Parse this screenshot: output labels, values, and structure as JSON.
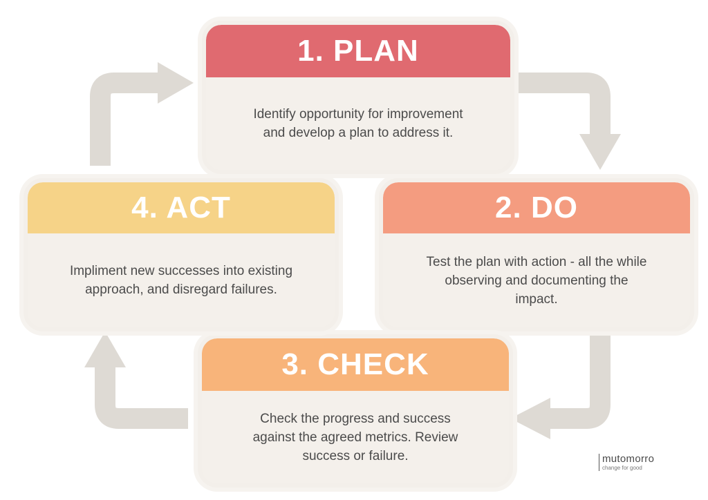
{
  "steps": [
    {
      "title": "1. PLAN",
      "text": "Identify opportunity for improvement and develop a plan to address it.",
      "color": "#e06a70"
    },
    {
      "title": "2. DO",
      "text": "Test the plan with action - all the while observing and documenting the impact.",
      "color": "#f49c80"
    },
    {
      "title": "3. CHECK",
      "text": "Check the progress and success against the agreed metrics. Review success or failure.",
      "color": "#f8b47a"
    },
    {
      "title": "4. ACT",
      "text": "Impliment new successes into existing approach, and disregard failures.",
      "color": "#f6d388"
    }
  ],
  "arrow_color": "#dedad4",
  "card_color": "#f4f0eb",
  "brand": {
    "name": "mutomorro",
    "tagline": "change for good"
  }
}
